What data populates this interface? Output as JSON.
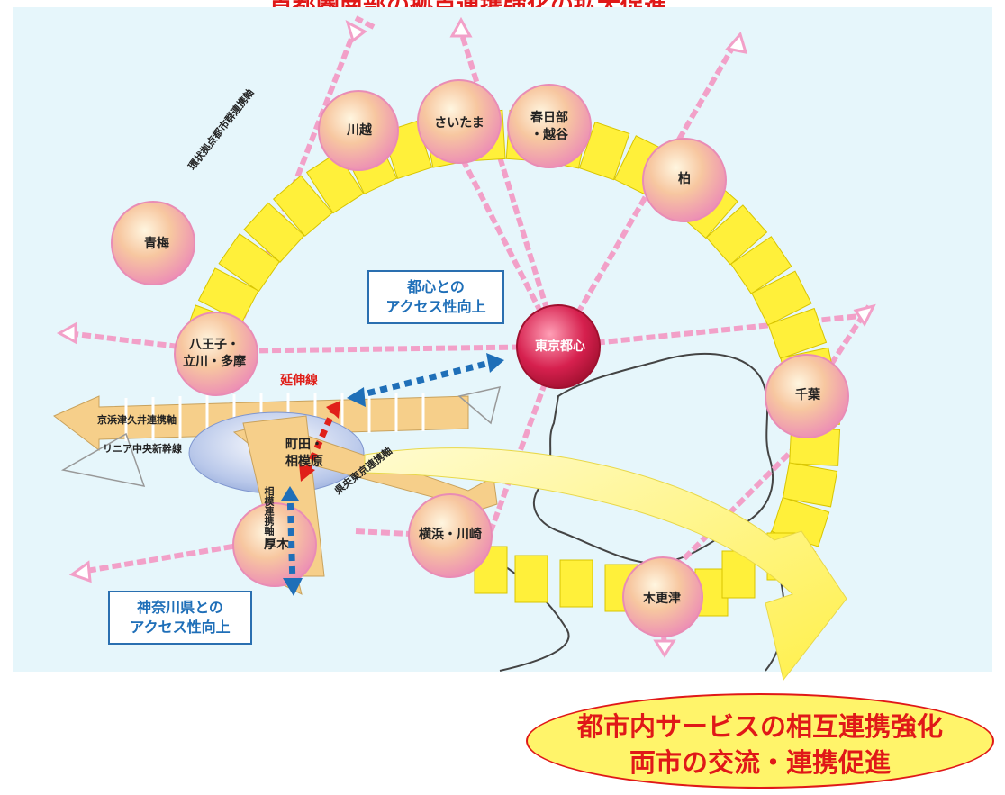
{
  "title_partial": "首都圏南部の拠点連携強化の拡大促進",
  "cities": {
    "tokyo": "東京都心",
    "kawagoe": "川越",
    "saitama": "さいたま",
    "kasukabe": "春日部\n・越谷",
    "kashiwa": "柏",
    "ome": "青梅",
    "hachioji": "八王子・\n立川・多摩",
    "chiba": "千葉",
    "machida": "町田・\n相模原",
    "atsugi": "厚木",
    "yokohama": "横浜・川崎",
    "kisarazu": "木更津"
  },
  "axes": {
    "ring": "環状拠点都市群連携軸",
    "keihin": "京浜津久井連携軸",
    "linear": "リニア中央新幹線",
    "sagami": "相模連携軸",
    "kennan": "県央東京連携軸"
  },
  "extension_label": "延伸線",
  "callouts": {
    "tokyo_access": "都心との\nアクセス性向上",
    "kanagawa_access": "神奈川県との\nアクセス性向上"
  },
  "banner": {
    "line1": "都市内サービスの相互連携強化",
    "line2": "両市の交流・連携促進"
  },
  "colors": {
    "background_panel": "#e6f6fb",
    "ring_segment": "#fff03a",
    "city_circle": "#f3a9c9",
    "tokyo_circle": "#d6204e",
    "pink_link": "#f2a0c8",
    "blue_arrow": "#1f6fb8",
    "red_arrow": "#e0201a",
    "banner_fill": "#fff46a",
    "banner_text": "#e01818"
  }
}
